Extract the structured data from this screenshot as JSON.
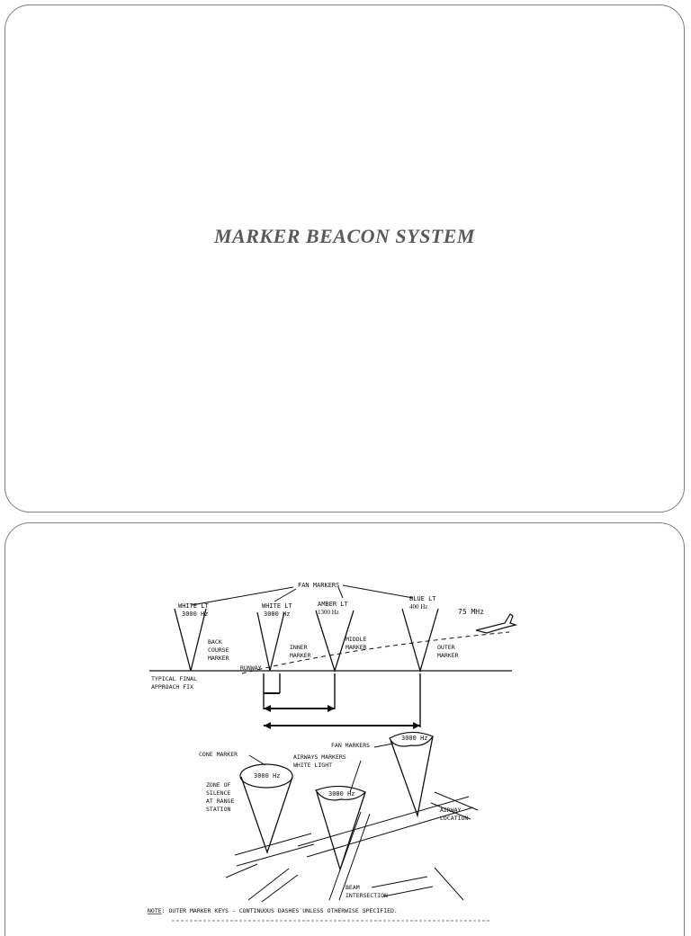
{
  "slide1": {
    "title": "MARKER  BEACON  SYSTEM"
  },
  "slide2": {
    "diagram": {
      "labels": {
        "fan_markers_top": "FAN MARKERS",
        "white_lt_1": "WHITE LT",
        "hz_3000_1": "3000 Hz",
        "white_lt_2": "WHITE LT",
        "hz_3000_2": "3000 Hz",
        "amber_lt": "AMBER LT",
        "hz_1300": "1300 Hz",
        "blue_lt": "BLUE LT",
        "hz_400": "400 Hz",
        "freq_75": "75 MHz",
        "back": "BACK",
        "course": "COURSE",
        "marker_bc": "MARKER",
        "inner": "INNER",
        "marker_inner": "MARKER",
        "middle": "MIDDLE",
        "marker_middle": "MARKER",
        "outer": "OUTER",
        "marker_outer": "MARKER",
        "typical_final": "TYPICAL FINAL",
        "approach_fix": "APPROACH FIX",
        "runway": "RUNWAY",
        "fan_markers_low": "FAN MARKERS",
        "cone_marker": "CONE MARKER",
        "airways_markers": "AIRWAYS MARKERS",
        "white_light": "WHITE LIGHT",
        "hz_cone": "3000 Hz",
        "hz_fan_low": "3000 Hz",
        "hz_fan_high": "3000 Hz",
        "zone_of": "ZONE OF",
        "silence": "SILENCE",
        "at_range": "AT RANGE",
        "station": "STATION",
        "airway": "AIRWAY",
        "location": "LOCATION",
        "beam": "BEAM",
        "intersection": "INTERSECTION",
        "note_label": "NOTE",
        "note_text": ": OUTER MARKER KEYS - CONTINUOUS DASHES UNLESS OTHERWISE SPECIFIED."
      }
    }
  }
}
